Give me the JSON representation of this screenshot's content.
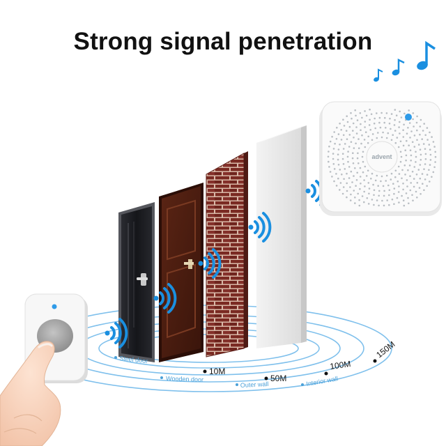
{
  "headline": "Strong signal penetration",
  "distances": [
    "10M",
    "50M",
    "100M",
    "150M"
  ],
  "materials": [
    "Steel door",
    "Wooden door",
    "Outer wall",
    "Interior wall"
  ],
  "receiver_logo": "advent",
  "colors": {
    "signal_blue": "#1a8fe0",
    "ring_blue": "#7fc0ec",
    "steel_door": "#1c1d22",
    "wooden_door": "#4a1c10",
    "brick": "#7a2a22",
    "interior_wall": "#e8e8e8",
    "device_white": "#f7f7f7",
    "indicator_blue": "#2f9be8",
    "press_button": "#a6a6a6"
  },
  "icons": [
    "music-note-icon",
    "wifi-wave-icon",
    "indicator-led-icon"
  ]
}
